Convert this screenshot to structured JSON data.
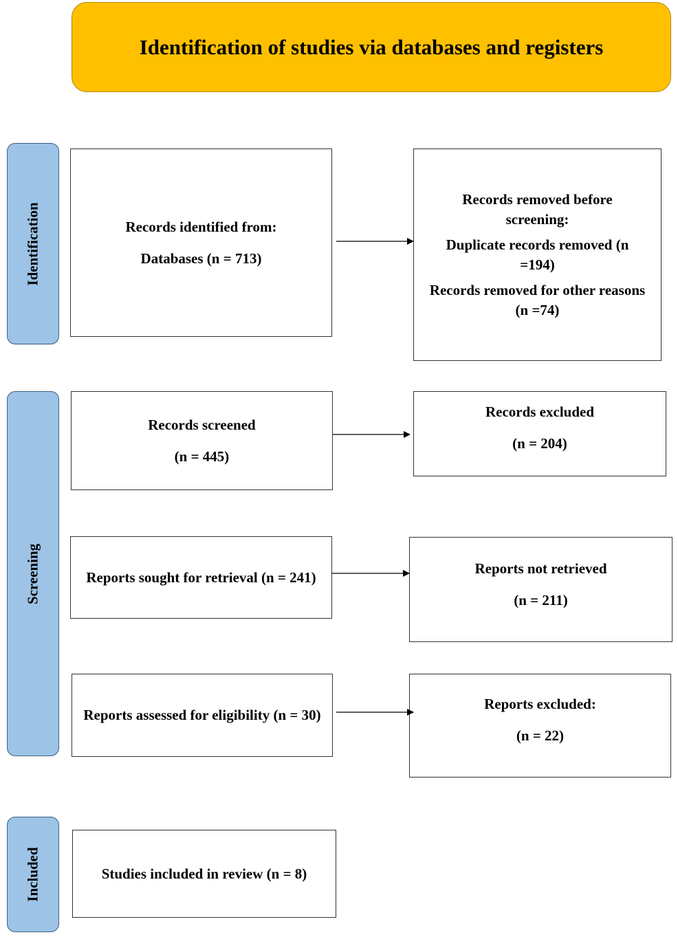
{
  "header": {
    "title": "Identification of studies via databases and registers"
  },
  "phases": {
    "identification": "Identification",
    "screening": "Screening",
    "included": "Included"
  },
  "identified": {
    "line1": "Records identified from:",
    "line2": "Databases (n = 713)"
  },
  "removed": {
    "heading": "Records removed before screening:",
    "duplicates": "Duplicate records removed (n =194)",
    "other": "Records removed for other reasons (n =74)"
  },
  "screened": {
    "label": "Records screened",
    "count": "(n = 445)"
  },
  "excluded": {
    "label": "Records excluded",
    "count": "(n = 204)"
  },
  "sought": {
    "label": "Reports sought for retrieval (n = 241)"
  },
  "not_retrieved": {
    "label": "Reports not retrieved",
    "count": "(n = 211)"
  },
  "assessed": {
    "label": "Reports assessed for eligibility (n = 30)"
  },
  "reports_excluded": {
    "label": "Reports excluded:",
    "count": "(n = 22)"
  },
  "included": {
    "label": "Studies included in review (n = 8)"
  }
}
